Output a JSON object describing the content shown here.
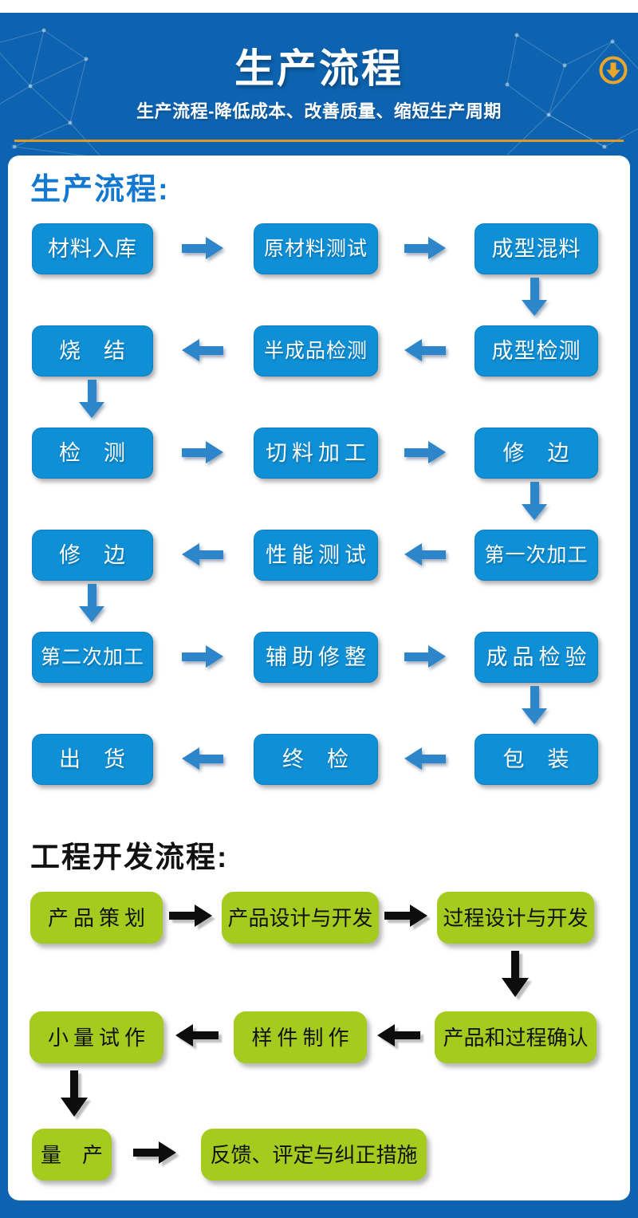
{
  "header": {
    "title": "生产流程",
    "subtitle": "生产流程-降低成本、改善质量、缩短生产周期",
    "icon": "circle-down-arrow-icon",
    "bg_color": "#0d63af",
    "accent_gold": "#d9992b"
  },
  "production_flow": {
    "heading": "生产流程:",
    "heading_color": "#1478d0",
    "box_color": "#0e8fd6",
    "arrow_color": "#2e86ca",
    "rows": [
      {
        "direction": "right",
        "cells": [
          "材料入库",
          "原材料测试",
          "成型混料"
        ]
      },
      {
        "direction": "left",
        "cells": [
          "烧　结",
          "半成品检测",
          "成型检测"
        ]
      },
      {
        "direction": "right",
        "cells": [
          "检　测",
          "切料加工",
          "修　边"
        ]
      },
      {
        "direction": "left",
        "cells": [
          "修　边",
          "性能测试",
          "第一次加工"
        ]
      },
      {
        "direction": "right",
        "cells": [
          "第二次加工",
          "辅助修整",
          "成品检验"
        ]
      },
      {
        "direction": "left",
        "cells": [
          "出　货",
          "终　检",
          "包　装"
        ]
      }
    ]
  },
  "engineering_flow": {
    "heading": "工程开发流程:",
    "heading_color": "#111111",
    "box_color": "#a4cb1d",
    "arrow_color": "#0d0d0d",
    "rows": [
      {
        "direction": "right",
        "cells": [
          "产品策划",
          "产品设计与开发",
          "过程设计与开发"
        ]
      },
      {
        "direction": "left",
        "cells": [
          "小量试作",
          "样件制作",
          "产品和过程确认"
        ]
      },
      {
        "direction": "right",
        "cells": [
          "量　产",
          "反馈、评定与纠正措施"
        ]
      }
    ]
  }
}
